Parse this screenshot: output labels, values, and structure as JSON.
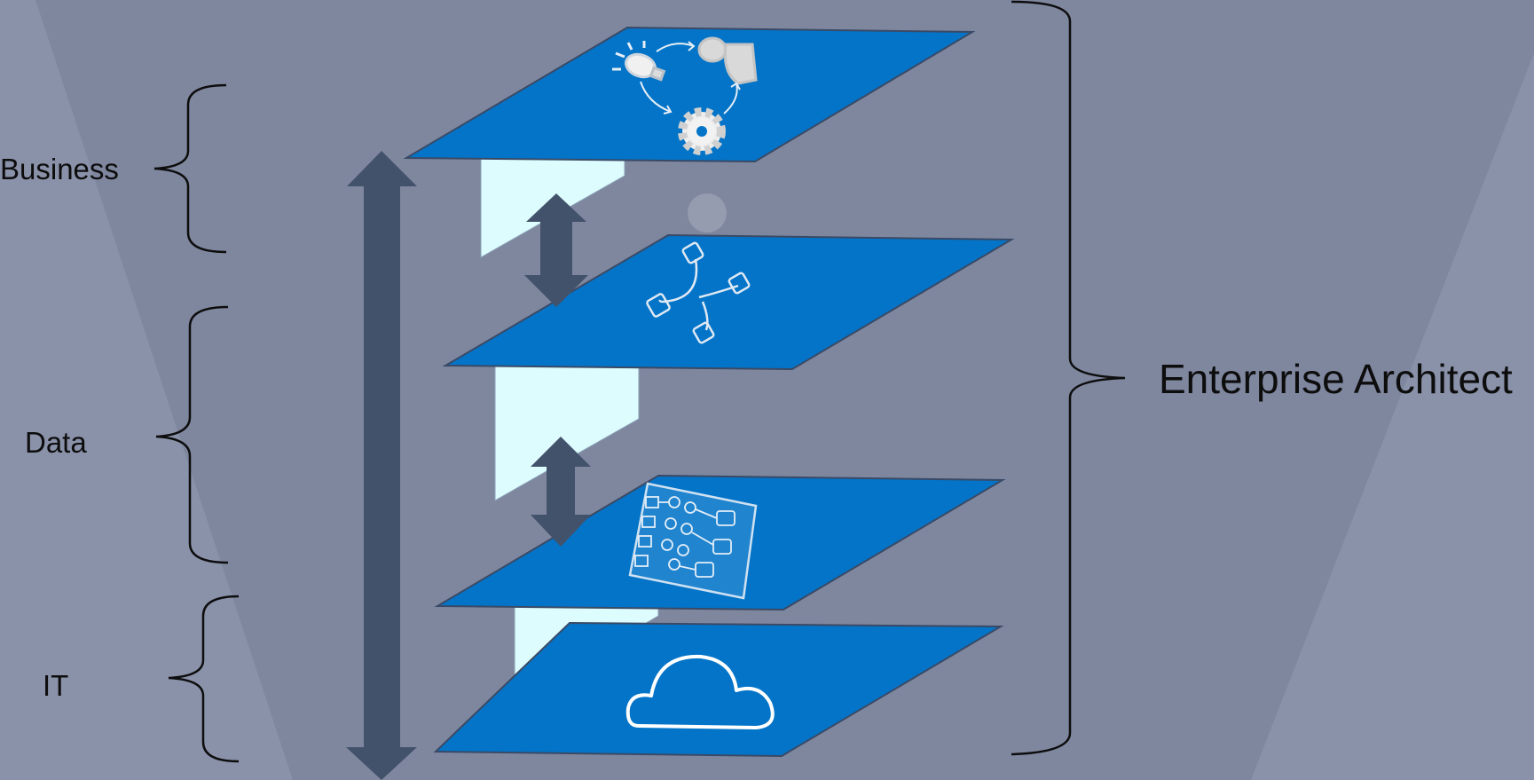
{
  "layer_labels": {
    "business": "Business",
    "data": "Data",
    "it": "IT"
  },
  "overall_label": "Enterprise Architect",
  "colors": {
    "background": "#7f879f",
    "background_shade": "#8a92aa",
    "plane_fill": "#0374c8",
    "plane_stroke": "#3a4a66",
    "arrow_fill": "#43526b",
    "connector_fill": "#dcfcfd",
    "icon_stroke": "#e6eef6",
    "text": "#0d0d0d"
  },
  "icons": {
    "business": "idea-people-gear-cycle-icon",
    "data": "connected-nodes-icon",
    "application": "flowchart-board-icon",
    "it": "cloud-icon"
  }
}
